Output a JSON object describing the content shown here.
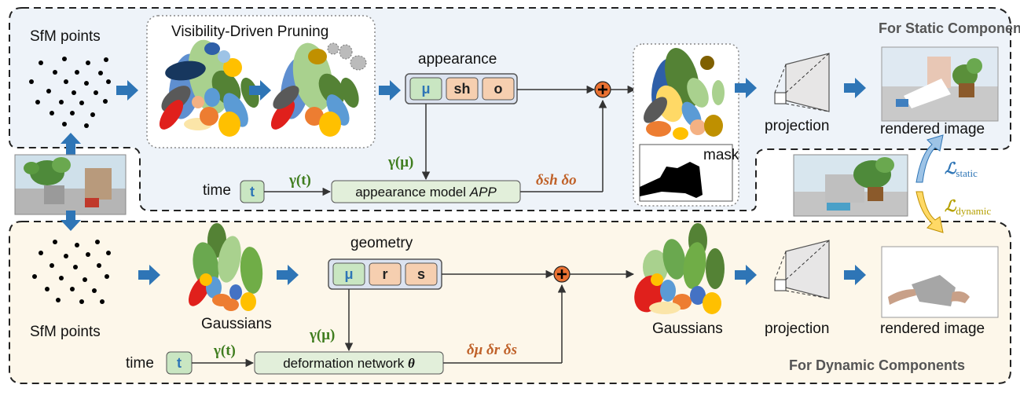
{
  "static": {
    "section_title": "For Static Components",
    "sfm_label": "SfM points",
    "pruning_title": "Visibility-Driven Pruning",
    "appearance_title": "appearance",
    "cells": [
      "μ",
      "sh",
      "o"
    ],
    "gamma_mu": "γ(μ)",
    "gamma_t": "γ(t)",
    "time_label": "time",
    "time_cell": "t",
    "model_label": "appearance model",
    "model_label_italic": "APP",
    "deltas": "δsh  δo",
    "mask_label": "mask",
    "projection_label": "projection",
    "rendered_label": "rendered image"
  },
  "dynamic": {
    "section_title": "For Dynamic Components",
    "sfm_label": "SfM points",
    "gaussians_left": "Gaussians",
    "geometry_title": "geometry",
    "cells": [
      "μ",
      "r",
      "s"
    ],
    "gamma_mu": "γ(μ)",
    "gamma_t": "γ(t)",
    "time_label": "time",
    "time_cell": "t",
    "network_label": "deformation network",
    "network_symbol": "θ",
    "deltas": "δμ  δr  δs",
    "gaussians_right": "Gaussians",
    "projection_label": "projection",
    "rendered_label": "rendered image"
  },
  "loss": {
    "static_symbol": "ℒ",
    "static_sub": "static",
    "dynamic_symbol": "ℒ",
    "dynamic_sub": "dynamic"
  },
  "colors": {
    "static_bg": "#eef3f9",
    "dynamic_bg": "#fdf7ea",
    "arrow_blue": "#2e75b6",
    "cell_blue_bg": "#dce3f0",
    "cell_green": "#c9e6c2",
    "cell_orange": "#f6cfb0",
    "text_green": "#3f7d1e",
    "text_orange": "#c0622a",
    "loss_static": "#2e75b6",
    "loss_dynamic": "#b5a000"
  }
}
